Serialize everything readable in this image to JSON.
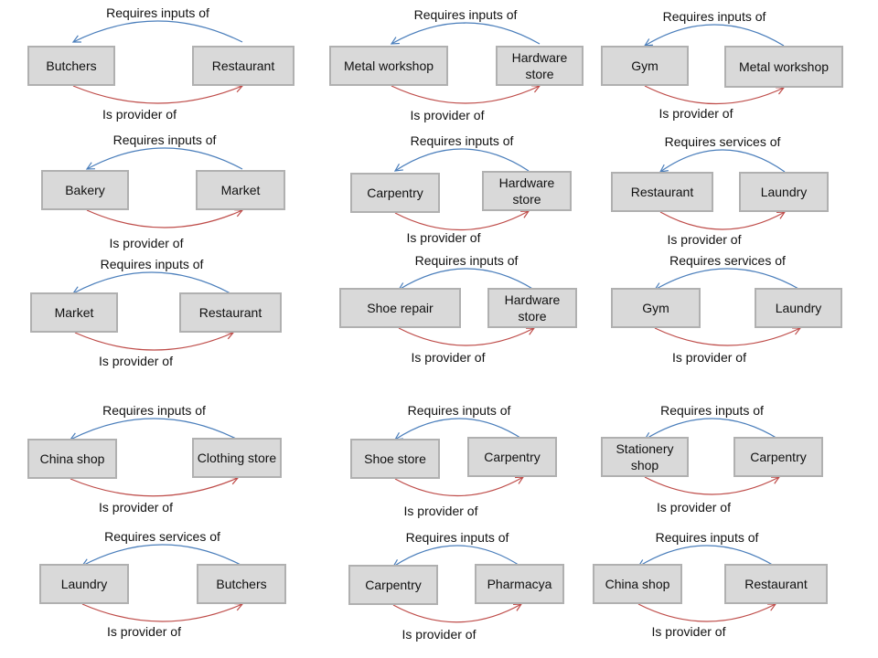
{
  "colors": {
    "requires_arrow": "#4a7ebb",
    "provider_arrow": "#be4b48",
    "box_fill": "#d9d9d9",
    "box_border": "#b0b0b0"
  },
  "diagrams": [
    {
      "left_box": "Butchers",
      "right_box": "Restaurant",
      "top_label": "Requires inputs of",
      "bottom_label": "Is provider of"
    },
    {
      "left_box": "Metal workshop",
      "right_box": "Hardware store",
      "top_label": "Requires inputs of",
      "bottom_label": "Is provider of"
    },
    {
      "left_box": "Gym",
      "right_box": "Metal workshop",
      "top_label": "Requires inputs of",
      "bottom_label": "Is provider of"
    },
    {
      "left_box": "Bakery",
      "right_box": "Market",
      "top_label": "Requires inputs of",
      "bottom_label": "Is provider of"
    },
    {
      "left_box": "Carpentry",
      "right_box": "Hardware store",
      "top_label": "Requires inputs of",
      "bottom_label": "Is provider of"
    },
    {
      "left_box": "Restaurant",
      "right_box": "Laundry",
      "top_label": "Requires services of",
      "bottom_label": "Is provider of"
    },
    {
      "left_box": "Market",
      "right_box": "Restaurant",
      "top_label": "Requires inputs of",
      "bottom_label": "Is provider of"
    },
    {
      "left_box": "Shoe repair",
      "right_box": "Hardware store",
      "top_label": "Requires inputs of",
      "bottom_label": "Is provider of"
    },
    {
      "left_box": "Gym",
      "right_box": "Laundry",
      "top_label": "Requires services of",
      "bottom_label": "Is provider of"
    },
    {
      "left_box": "China shop",
      "right_box": "Clothing store",
      "top_label": "Requires inputs of",
      "bottom_label": "Is provider of"
    },
    {
      "left_box": "Shoe store",
      "right_box": "Carpentry",
      "top_label": "Requires inputs of",
      "bottom_label": "Is provider of"
    },
    {
      "left_box": "Stationery shop",
      "right_box": "Carpentry",
      "top_label": "Requires inputs of",
      "bottom_label": "Is provider of"
    },
    {
      "left_box": "Laundry",
      "right_box": "Butchers",
      "top_label": "Requires services of",
      "bottom_label": "Is provider of"
    },
    {
      "left_box": "Carpentry",
      "right_box": "Pharmacya",
      "top_label": "Requires inputs of",
      "bottom_label": "Is provider of"
    },
    {
      "left_box": "China shop",
      "right_box": "Restaurant",
      "top_label": "Requires inputs of",
      "bottom_label": "Is provider of"
    }
  ]
}
